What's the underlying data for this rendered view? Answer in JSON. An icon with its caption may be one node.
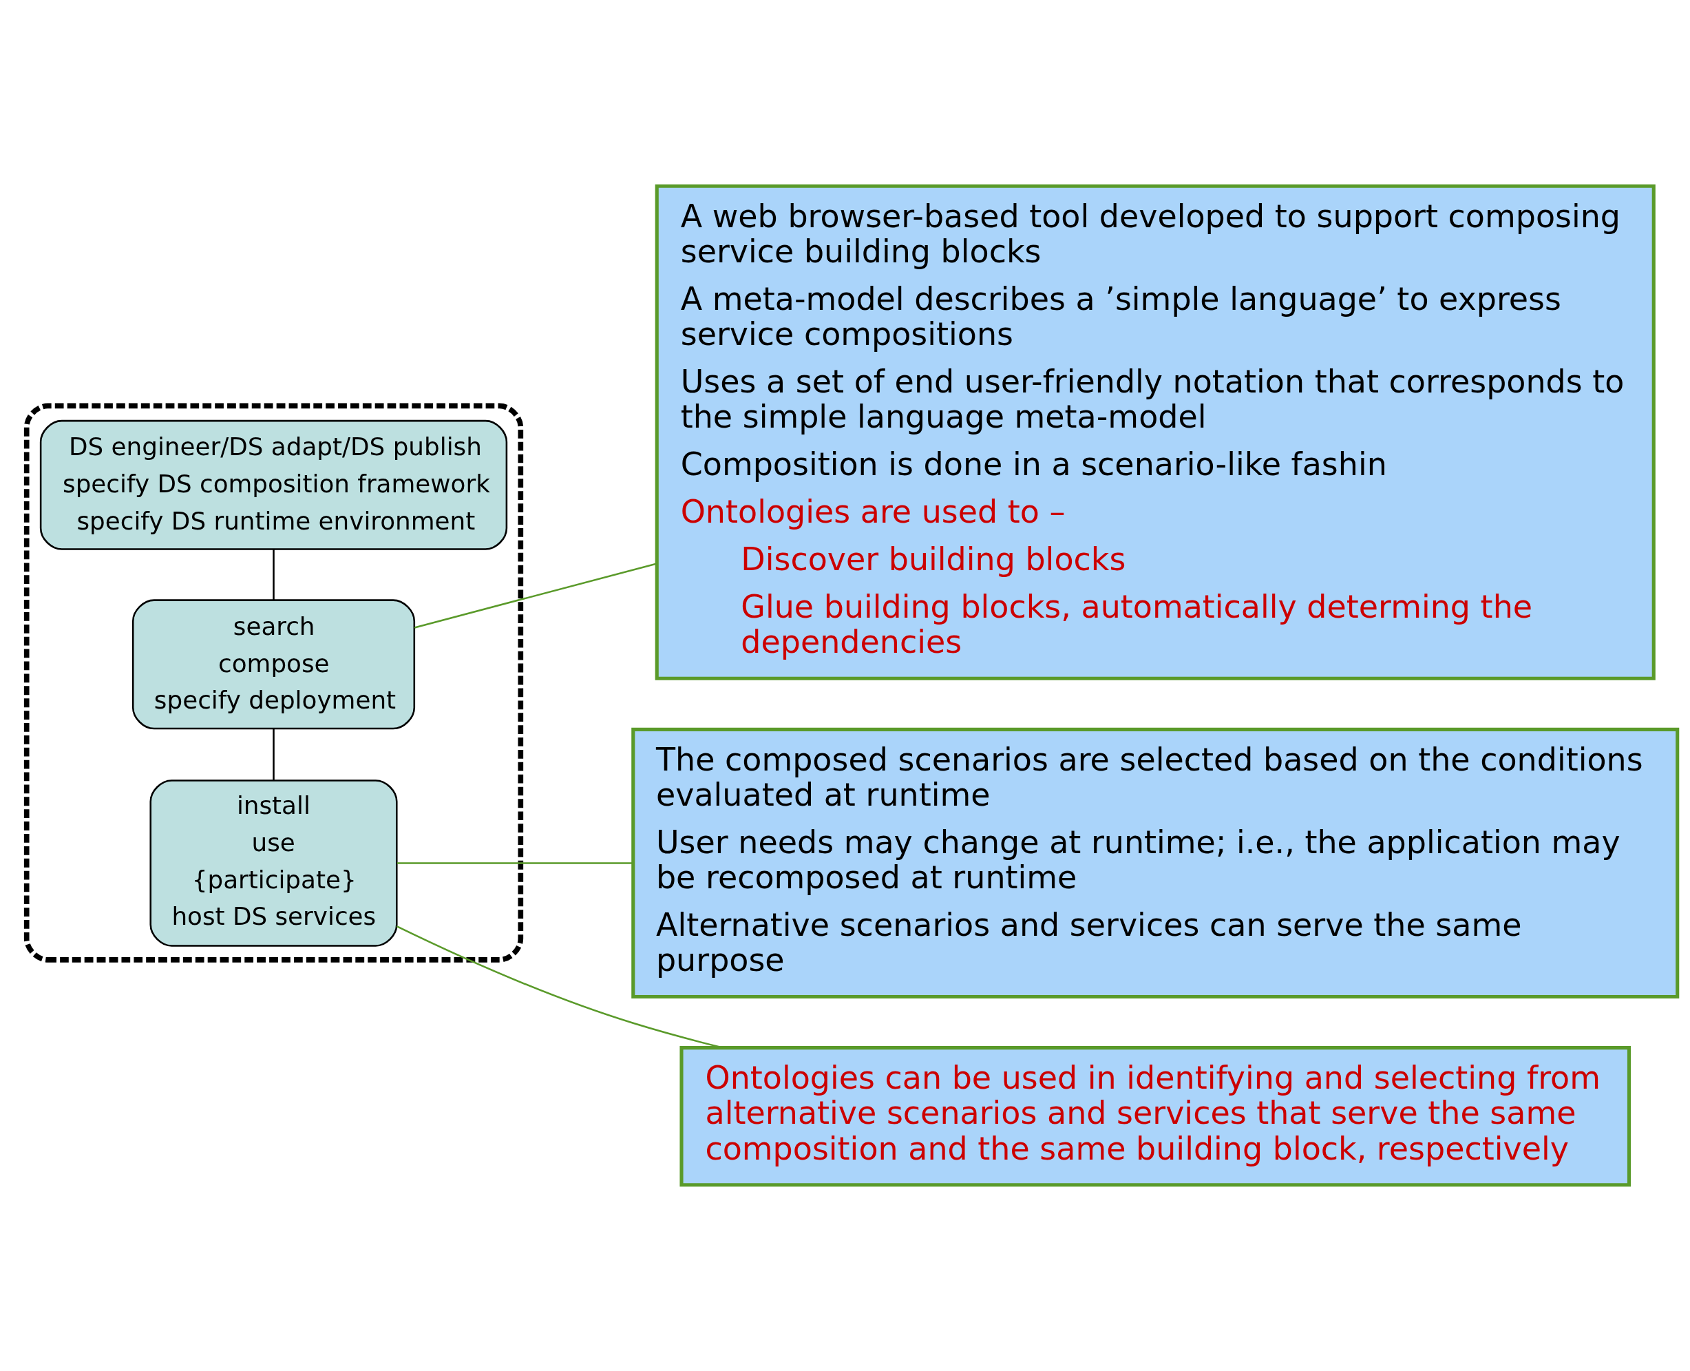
{
  "diagram": {
    "nodes": [
      {
        "text": [],
        "shape": "box"
      },
      {
        "text": [
          "DS engineer/DS adapt/DS publish",
          "specify DS composition framework",
          "specify DS runtime environment"
        ],
        "in": 0
      },
      {
        "text": [
          "search",
          "compose",
          "specify deployment"
        ],
        "in": 0
      },
      {
        "text": [
          "install",
          "use",
          "{participate}",
          "host DS services"
        ],
        "in": 0
      },
      {
        "text": [
          "A web browser-based tool developed to support composing service building blocks",
          "A meta-model describes a ’simple language’ to express service compositions",
          "Uses a set of end user-friendly notation that corresponds to the simple language meta-model",
          "Composition is done in a scenario-like fashin",
          "Ontologies are used to –",
          "Discover building blocks",
          "Glue building blocks, automatically determing the dependencies"
        ]
      },
      {
        "text": [
          "The composed scenarios are selected based on the conditions evaluated at runtime",
          "User needs may change at runtime; i.e., the application may be recomposed at runtime",
          "Alternative scenarios and services can serve the same purpose"
        ]
      },
      {
        "text": [
          "Ontologies can be used in identifying and selecting from alternative scenarios and services that serve the same composition and the same building block, respectively"
        ]
      }
    ],
    "edges": [
      {
        "from": 1,
        "to": 2,
        "arrow": "none",
        "color": "#000000"
      },
      {
        "from": 2,
        "to": 3,
        "arrow": "none",
        "color": "#000000"
      },
      {
        "from": 2,
        "to": 4,
        "arrow": "none"
      },
      {
        "from": 3,
        "to": 5,
        "arrow": "none"
      },
      {
        "from": 3,
        "to": 6,
        "arrow": "none"
      }
    ]
  }
}
